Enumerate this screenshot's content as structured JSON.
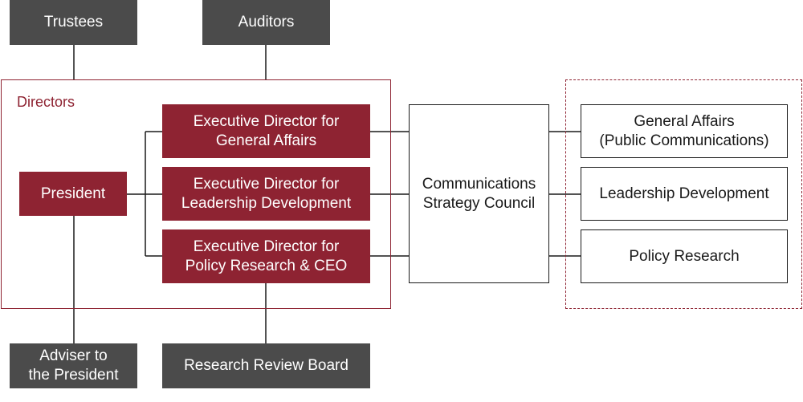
{
  "colors": {
    "board_gray": "#4b4b4b",
    "accent_red": "#8e2332",
    "line": "#1a1a1a"
  },
  "top": {
    "trustees": "Trustees",
    "auditors": "Auditors"
  },
  "directors": {
    "label": "Directors",
    "president": "President",
    "exec_general": "Executive Director for\nGeneral Affairs",
    "exec_leadership": "Executive Director for\nLeadership Development",
    "exec_policy": "Executive Director for\nPolicy Research & CEO"
  },
  "council": "Communications\nStrategy Council",
  "units": {
    "general_affairs": "General Affairs\n(Public Communications)",
    "leadership": "Leadership Development",
    "policy": "Policy Research"
  },
  "bottom": {
    "adviser": "Adviser to\nthe President",
    "review_board": "Research Review Board"
  }
}
